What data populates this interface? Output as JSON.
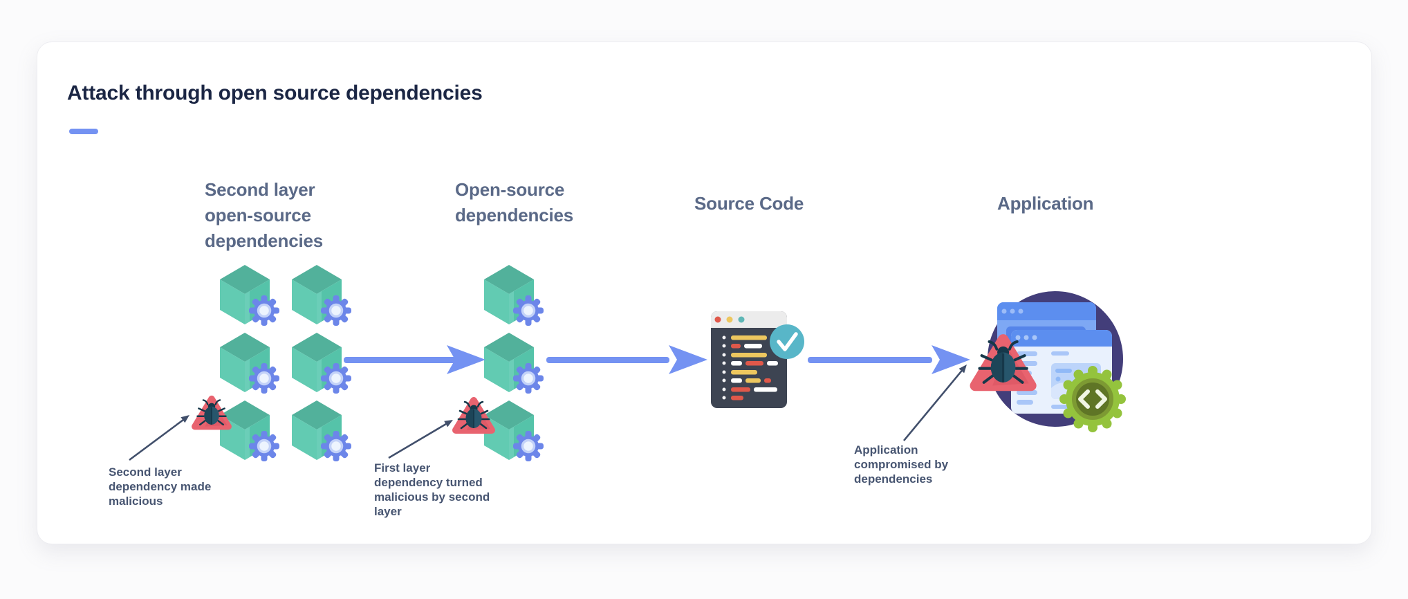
{
  "title": "Attack through open source dependencies",
  "columns": [
    {
      "id": "second-layer-deps",
      "label": "Second layer\nopen-source\ndependencies"
    },
    {
      "id": "open-source-deps",
      "label": "Open-source\ndependencies"
    },
    {
      "id": "source-code",
      "label": "Source Code"
    },
    {
      "id": "application",
      "label": "Application"
    }
  ],
  "annotations": [
    {
      "id": "second-layer-malicious",
      "text": "Second layer\ndependency made\nmalicious"
    },
    {
      "id": "first-layer-malicious",
      "text": "First layer\ndependency turned\nmalicious by second\nlayer"
    },
    {
      "id": "app-compromised",
      "text": "Application\ncompromised by\ndependencies"
    }
  ],
  "icons": {
    "dependency": "cube-gear-icon",
    "malicious": "bug-warning-triangle-icon",
    "source_code": "code-editor-check-icon",
    "application": "browser-windows-bug-gear-icon",
    "flow": "flow-arrow-right",
    "pointer": "annotation-arrow"
  },
  "colors": {
    "accent": "#7492f2",
    "title": "#1b2644",
    "header": "#5a6987",
    "annotation": "#475571",
    "cube_teal": "#55c3a9",
    "gear_blue": "#6c86e9",
    "warning_red": "#e8636f",
    "bug_navy": "#27566c",
    "check_teal": "#58b6c8",
    "editor_dark": "#3d4452",
    "app_circle_indigo": "#433e7a",
    "app_window_blue": "#5c8eef",
    "gear_green": "#94c33d"
  }
}
